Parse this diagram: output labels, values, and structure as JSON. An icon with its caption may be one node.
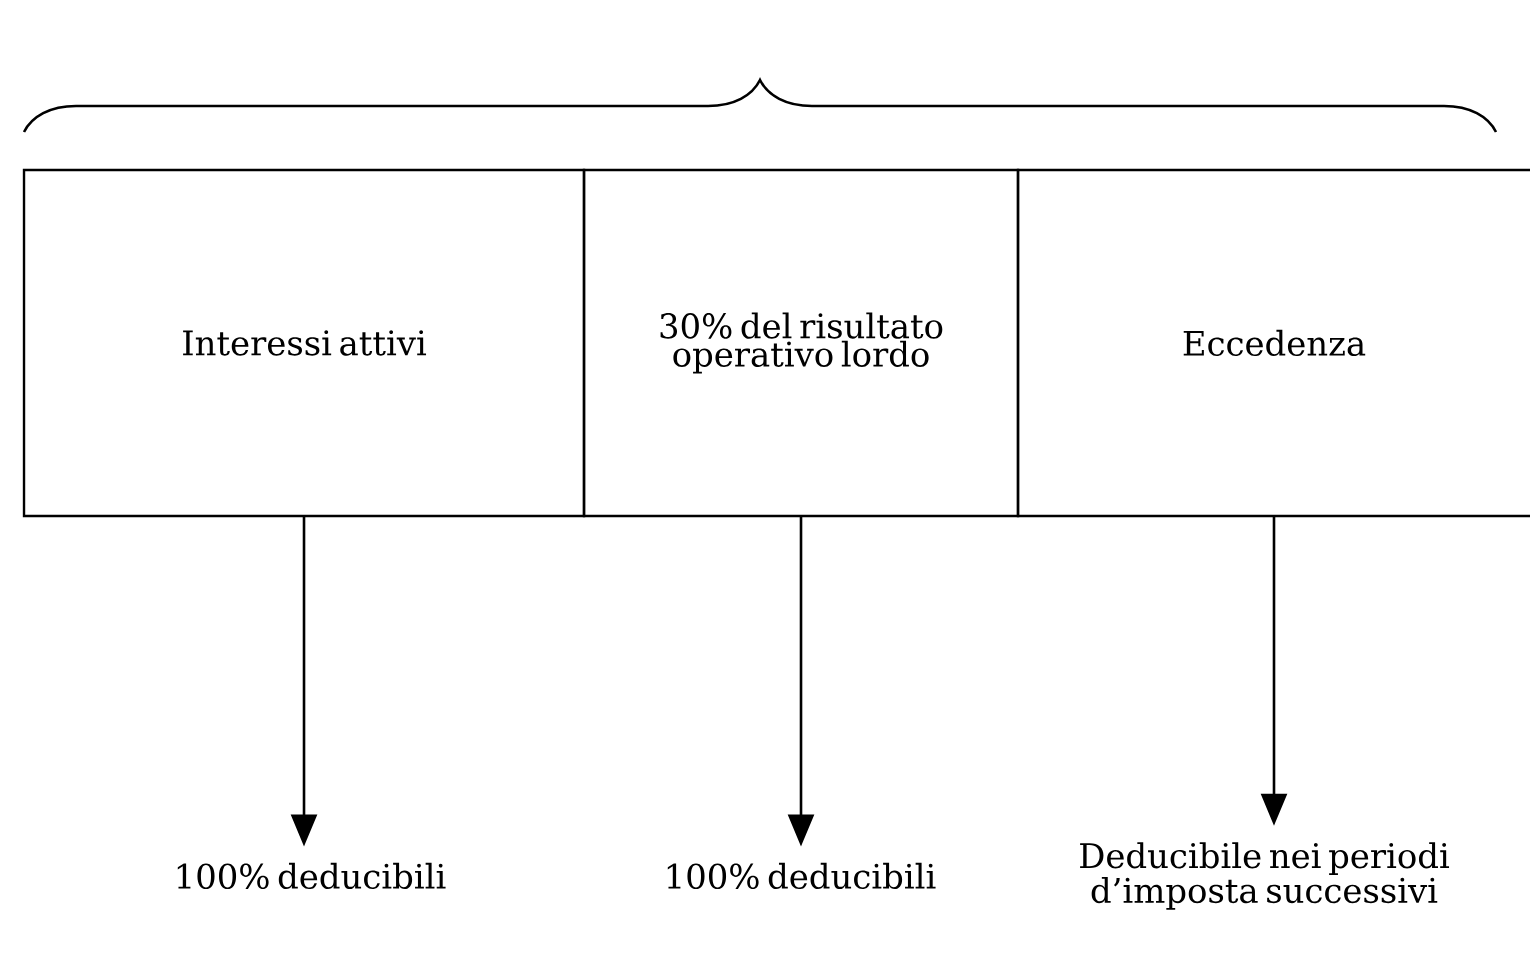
{
  "diagram": {
    "nodes": [
      {
        "text": [
          "Interessi attivi"
        ]
      },
      {
        "text": [
          "30% del risultato operativo lordo"
        ]
      },
      {
        "text": [
          "Eccedenza"
        ]
      },
      {
        "text": [
          "100% deducibili"
        ]
      },
      {
        "text": [
          "100% deducibili"
        ]
      },
      {
        "text": [
          "Deducibile nei periodi d’imposta successivi"
        ]
      }
    ],
    "edges": [
      {
        "from": 0,
        "to": 3,
        "arrow": "to"
      },
      {
        "from": 1,
        "to": 4,
        "arrow": "to"
      },
      {
        "from": 2,
        "to": 5,
        "arrow": "to"
      }
    ]
  }
}
